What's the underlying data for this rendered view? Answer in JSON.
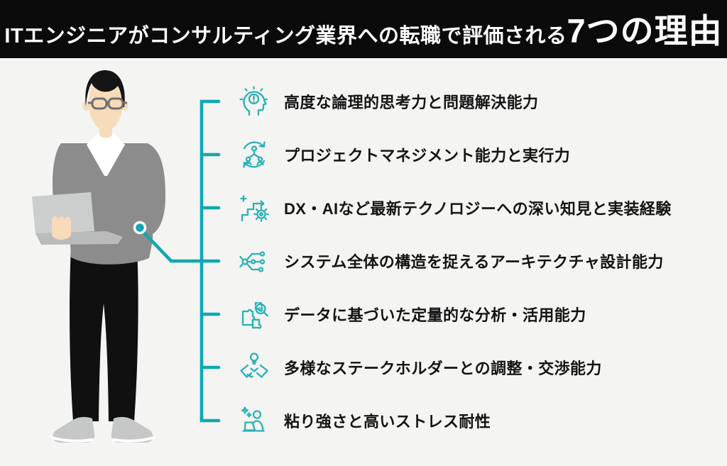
{
  "header": {
    "title_prefix": "ITエンジニアがコンサルティング業界への転職で評価される",
    "title_emphasis": "7つの理由"
  },
  "reasons": [
    {
      "label": "高度な論理的思考力と問題解決能力",
      "icon": "brain-idea-icon"
    },
    {
      "label": "プロジェクトマネジメント能力と実行力",
      "icon": "team-cycle-icon"
    },
    {
      "label": "DX・AIなど最新テクノロジーへの深い知見と実装経験",
      "icon": "dx-steps-gear-icon"
    },
    {
      "label": "システム全体の構造を捉えるアーキテクチャ設計能力",
      "icon": "network-architecture-icon"
    },
    {
      "label": "データに基づいた定量的な分析・活用能力",
      "icon": "puzzle-magnifier-icon"
    },
    {
      "label": "多様なステークホルダーとの調整・交渉能力",
      "icon": "handshake-icon"
    },
    {
      "label": "粘り強さと高いストレス耐性",
      "icon": "person-laptop-icon"
    }
  ],
  "illustration": {
    "name": "male-engineer-holding-laptop"
  },
  "colors": {
    "accent_teal": "#0FA8B2",
    "icon_teal": "#29B1B6",
    "header_bg": "#0B0B0B",
    "page_bg": "#F4F4F2",
    "text": "#141414",
    "title_text": "#FFFFFF"
  }
}
